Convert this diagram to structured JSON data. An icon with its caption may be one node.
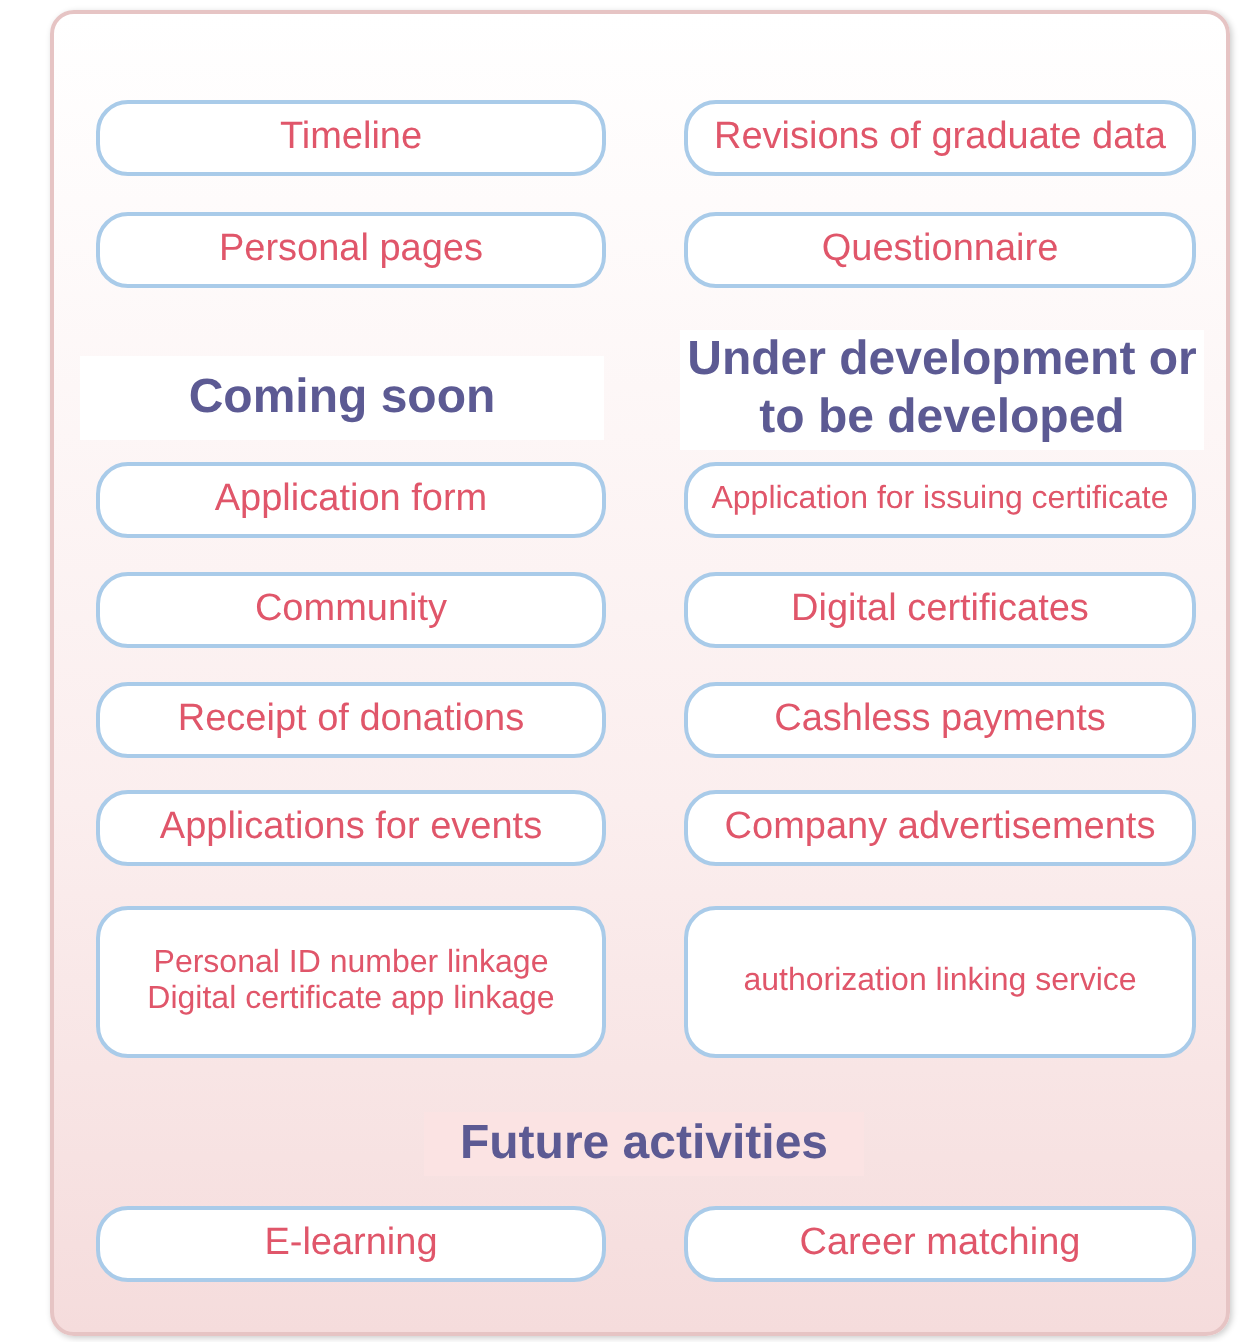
{
  "diagram": {
    "nodes": [
      {
        "text": [],
        "shape": "box"
      },
      {
        "text": [
          "Timeline"
        ],
        "in": 0
      },
      {
        "text": [
          "Revisions of graduate data"
        ],
        "in": 0
      },
      {
        "text": [
          "Personal pages"
        ],
        "in": 0
      },
      {
        "text": [
          "Questionnaire"
        ],
        "in": 0
      },
      {
        "text": [
          "Application form"
        ],
        "in": 0
      },
      {
        "text": [
          "Application for issuing certificate"
        ],
        "in": 0
      },
      {
        "text": [
          "Community"
        ],
        "in": 0
      },
      {
        "text": [
          "Digital certificates"
        ],
        "in": 0
      },
      {
        "text": [
          "Receipt of donations"
        ],
        "in": 0
      },
      {
        "text": [
          "Cashless payments"
        ],
        "in": 0
      },
      {
        "text": [
          "Applications for events"
        ],
        "in": 0
      },
      {
        "text": [
          "Company advertisements"
        ],
        "in": 0
      },
      {
        "text": [
          "Personal ID number linkage",
          "Digital certificate app linkage"
        ],
        "in": 0
      },
      {
        "text": [
          "authorization linking service"
        ],
        "in": 0
      },
      {
        "text": [
          "E-learning"
        ],
        "in": 0
      },
      {
        "text": [
          "Career matching"
        ],
        "in": 0
      }
    ],
    "edges": [],
    "labels": [
      "Coming soon",
      "Under development or to be developed",
      "Future activities"
    ]
  }
}
